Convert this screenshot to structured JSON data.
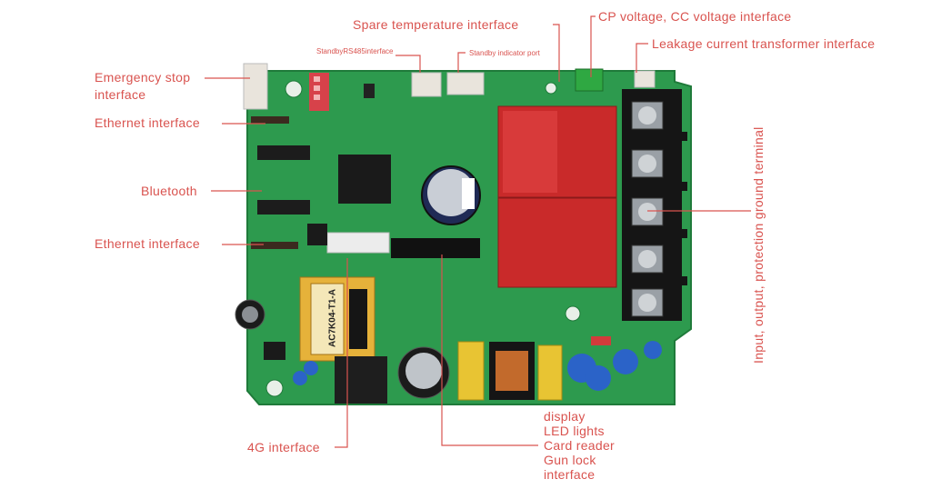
{
  "labels": {
    "spare_temperature": "Spare temperature interface",
    "cp_cc_voltage": "CP voltage, CC voltage interface",
    "leakage_transformer": "Leakage current transformer interface",
    "standby_rs485": "StandbyRS485interface",
    "standby_indicator": "Standby indicator port",
    "emergency_stop_line1": "Emergency stop",
    "emergency_stop_line2": "interface",
    "ethernet_top": "Ethernet interface",
    "bluetooth": "Bluetooth",
    "ethernet_bottom": "Ethernet interface",
    "fourg": "4G interface",
    "display": "display",
    "led_lights": "LED lights",
    "card_reader": "Card reader",
    "gun_lock": "Gun lock",
    "gun_lock_interface": "interface",
    "terminal": "Input, output, protection ground terminal"
  },
  "board": {
    "transformer_text": "AC7K04-T1-A"
  },
  "colors": {
    "label": "#d9534f",
    "pcb": "#2d9a4e",
    "pcb_dark": "#1f7a3a"
  }
}
